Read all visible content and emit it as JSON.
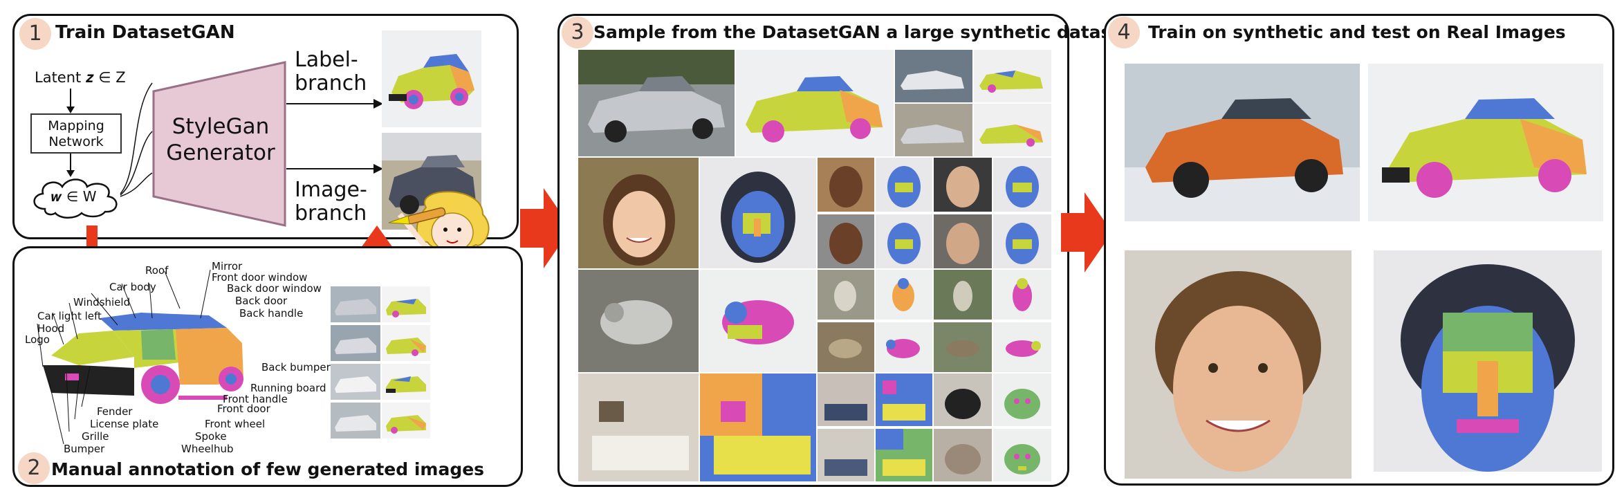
{
  "colors": {
    "badge_bg": "#f6d6c4",
    "generator_fill": "#e7c9d6",
    "generator_stroke": "#9b6f85",
    "red_arrow": "#e8391d",
    "seg_yellow": "#c8d43c",
    "seg_orange": "#f0a54a",
    "seg_blue": "#4f78d4",
    "seg_magenta": "#d84bb6",
    "seg_green": "#76b56a"
  },
  "panel1": {
    "number": "1",
    "title": "Train DatasetGAN",
    "latent_label": "Latent 𝒛 ∈ Z",
    "mapping_label": "Mapping Network",
    "w_label": "𝒘 ∈ W",
    "generator_label": "StyleGan Generator",
    "label_branch": "Label-branch",
    "image_branch": "Image-branch"
  },
  "panel2": {
    "number": "2",
    "title": "Manual annotation of few generated images",
    "part_labels": [
      "Roof",
      "Mirror",
      "Front door window",
      "Back door window",
      "Car body",
      "Windshield",
      "Back door",
      "Back handle",
      "Car light left",
      "Hood",
      "Logo",
      "Back bumper",
      "Running board",
      "Front handle",
      "Fender",
      "Front wheel",
      "Front door",
      "License plate",
      "Spoke",
      "Grille",
      "Wheelhub",
      "Bumper"
    ]
  },
  "panel3": {
    "number": "3",
    "title": "Sample from the DatasetGAN a large synthetic dataset"
  },
  "panel4": {
    "number": "4",
    "title": "Train on synthetic and test on Real Images"
  },
  "icons": [
    "cloud-icon",
    "cartoon-girl-icon",
    "paintbrush-icon"
  ]
}
